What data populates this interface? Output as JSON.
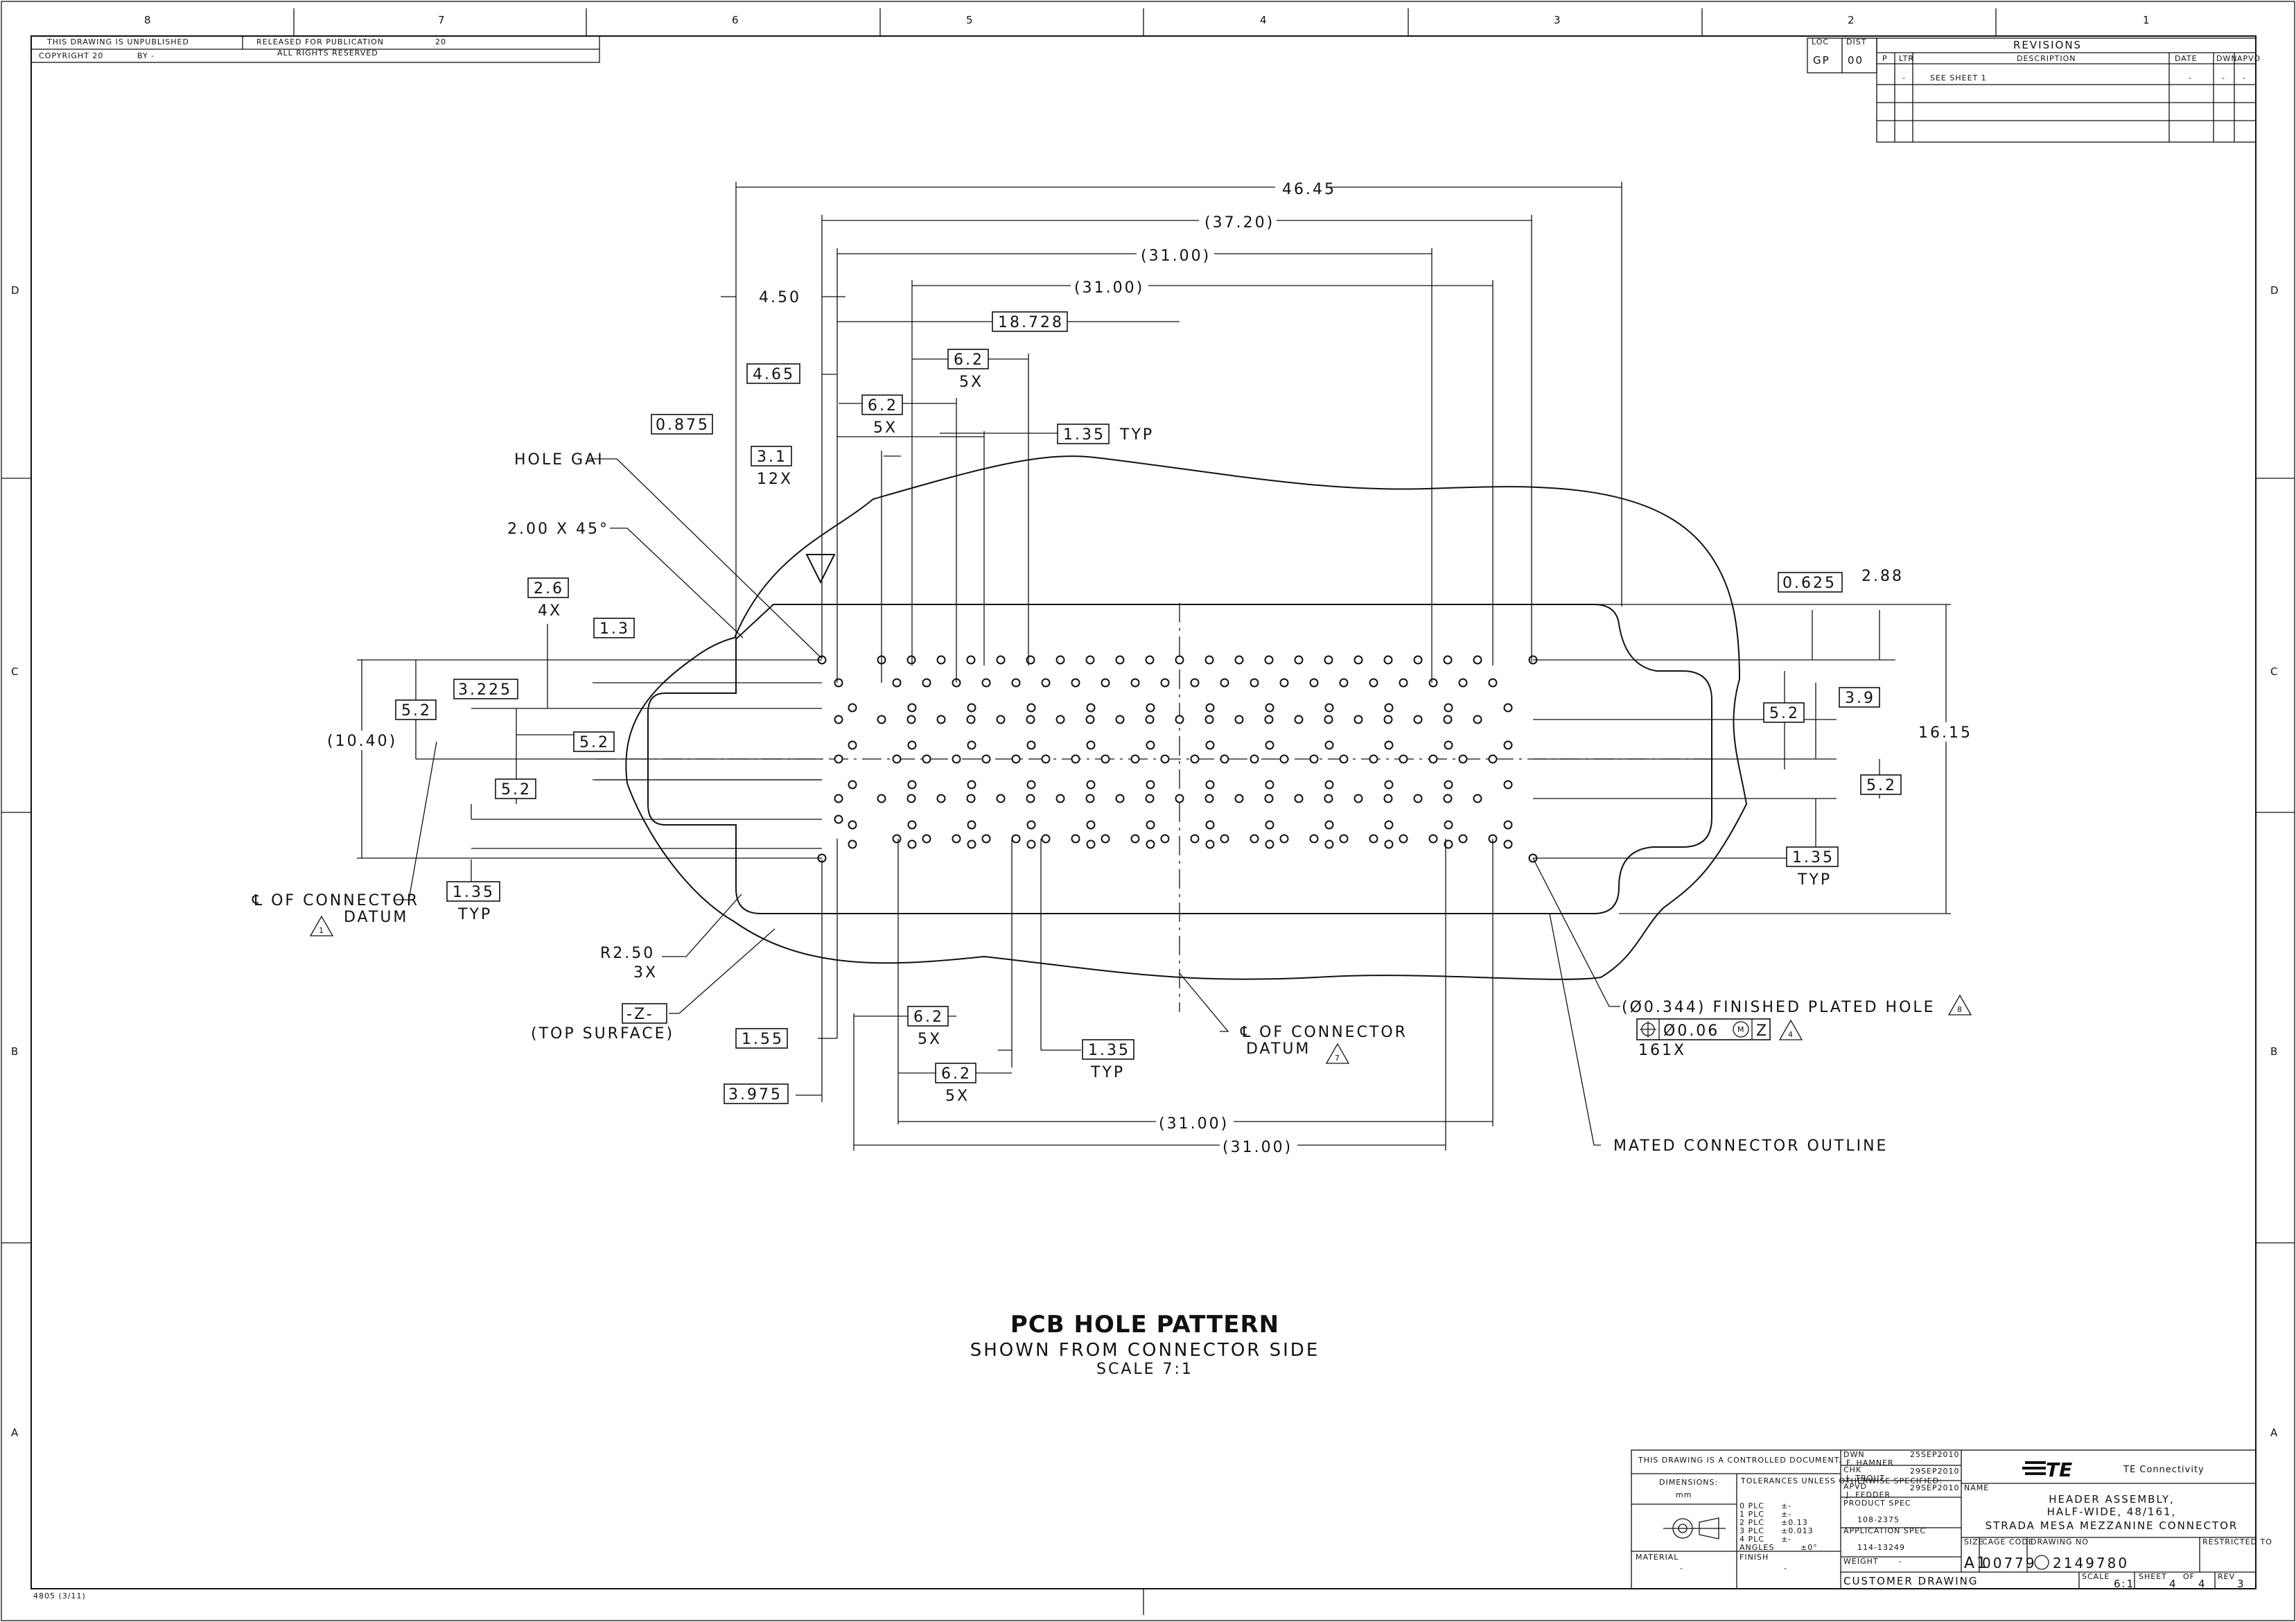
{
  "frame": {
    "zones_top": [
      "8",
      "7",
      "6",
      "5",
      "4",
      "3",
      "2",
      "1"
    ],
    "zones_side": [
      "D",
      "C",
      "B",
      "A"
    ],
    "stamp_left": "THIS DRAWING IS UNPUBLISHED",
    "stamp_released": "RELEASED FOR PUBLICATION",
    "stamp_year": "20",
    "stamp_copyright": "COPYRIGHT 20",
    "stamp_by": "BY -",
    "stamp_rights": "ALL RIGHTS RESERVED",
    "loc_label": "LOC",
    "loc_value": "GP",
    "dist_label": "DIST",
    "dist_value": "00",
    "form_no": "4805 (3/11)"
  },
  "revisions": {
    "title": "REVISIONS",
    "columns": [
      "P",
      "LTR",
      "DESCRIPTION",
      "DATE",
      "DWN",
      "APVD"
    ],
    "row1_ltr": "-",
    "row1_desc": "SEE SHEET 1",
    "row1_date": "-",
    "row1_dwn": "-",
    "row1_apvd": "-"
  },
  "dims": {
    "overall": "46.45",
    "d37": "(37.20)",
    "d31a": "(31.00)",
    "d31b": "(31.00)",
    "d450": "4.50",
    "d18728": "18.728",
    "d465": "4.65",
    "d62a": "6.2",
    "n5xa": "5X",
    "d62b": "6.2",
    "n5xb": "5X",
    "d0875": "0.875",
    "d135top": "1.35",
    "typ1": "TYP",
    "d31": "3.1",
    "n12x": "12X",
    "d26": "2.6",
    "n4x": "4X",
    "d13": "1.3",
    "d3225": "3.225",
    "d52a": "5.2",
    "d1040": "(10.40)",
    "d52b": "5.2",
    "d52c": "5.2",
    "d135left": "1.35",
    "typ2": "TYP",
    "d0625": "0.625",
    "d288": "2.88",
    "d39": "3.9",
    "d1615": "16.15",
    "d52r1": "5.2",
    "d52r2": "5.2",
    "d135right": "1.35",
    "typ3": "TYP",
    "d155": "1.55",
    "d3975": "3.975",
    "d62c": "6.2",
    "n5xc": "5X",
    "d62d": "6.2",
    "n5xd": "5X",
    "d135bot": "1.35",
    "typ4": "TYP",
    "d31c": "(31.00)",
    "d31d": "(31.00)"
  },
  "notes": {
    "hole_gap": "HOLE GAI",
    "chamfer": "2.00 X 45°",
    "cl_connector_left": "℄ OF CONNECTOR",
    "datum_left": "DATUM",
    "flag1": "1",
    "radius": "R2.50",
    "n3x": "3X",
    "datum_z": "-Z-",
    "top_surface": "(TOP SURFACE)",
    "cl_connector_bot": "℄ OF CONNECTOR",
    "datum_bot": "DATUM",
    "flag7": "7",
    "hole_note": "(Ø0.344) FINISHED PLATED HOLE",
    "flag8": "8",
    "fcf_tol": "Ø0.06",
    "fcf_mod": "M",
    "fcf_datum": "Z",
    "flag4": "4",
    "n161x": "161X",
    "mated": "MATED CONNECTOR OUTLINE"
  },
  "view": {
    "title": "PCB HOLE PATTERN",
    "subtitle": "SHOWN FROM CONNECTOR SIDE",
    "scale": "SCALE 7:1"
  },
  "titleblock": {
    "controlled": "THIS DRAWING IS A CONTROLLED DOCUMENT.",
    "dimensions_label": "DIMENSIONS:",
    "dimensions_unit": "mm",
    "tolerances": "TOLERANCES UNLESS OTHERWISE SPECIFIED:",
    "tol_0": "0 PLC",
    "tol_0v": "±-",
    "tol_1": "1 PLC",
    "tol_1v": "±-",
    "tol_2": "2 PLC",
    "tol_2v": "±0.13",
    "tol_3": "3 PLC",
    "tol_3v": "±0.013",
    "tol_4": "4 PLC",
    "tol_4v": "±-",
    "tol_ang": "ANGLES",
    "tol_angv": "±0°",
    "material_label": "MATERIAL",
    "material_value": "-",
    "finish_label": "FINISH",
    "finish_value": "-",
    "dwn_label": "DWN",
    "dwn_name": "F. HAMNER",
    "dwn_date": "25SEP2010",
    "chk_label": "CHK",
    "chk_name": "J. TROUT",
    "chk_date": "29SEP2010",
    "apvd_label": "APVD",
    "apvd_name": "J. FEDDER",
    "apvd_date": "29SEP2010",
    "product_spec_label": "PRODUCT SPEC",
    "product_spec": "108-2375",
    "application_spec_label": "APPLICATION SPEC",
    "application_spec": "114-13249",
    "weight_label": "WEIGHT",
    "weight_value": "-",
    "company": "TE Connectivity",
    "logo": "TE",
    "name_label": "NAME",
    "name1": "HEADER ASSEMBLY,",
    "name2": "HALF-WIDE, 48/161,",
    "name3": "STRADA MESA MEZZANINE CONNECTOR",
    "size_label": "SIZE",
    "size_value": "A1",
    "cage_label": "CAGE CODE",
    "cage_value": "00779",
    "drawing_label": "DRAWING NO",
    "drawing_value": "2149780",
    "restricted_label": "RESTRICTED TO",
    "customer": "CUSTOMER DRAWING",
    "scale_label": "SCALE",
    "scale_value": "6:1",
    "sheet_label": "SHEET",
    "sheet_value": "4",
    "of_label": "OF",
    "of_value": "4",
    "rev_label": "REV",
    "rev_value": "3"
  }
}
